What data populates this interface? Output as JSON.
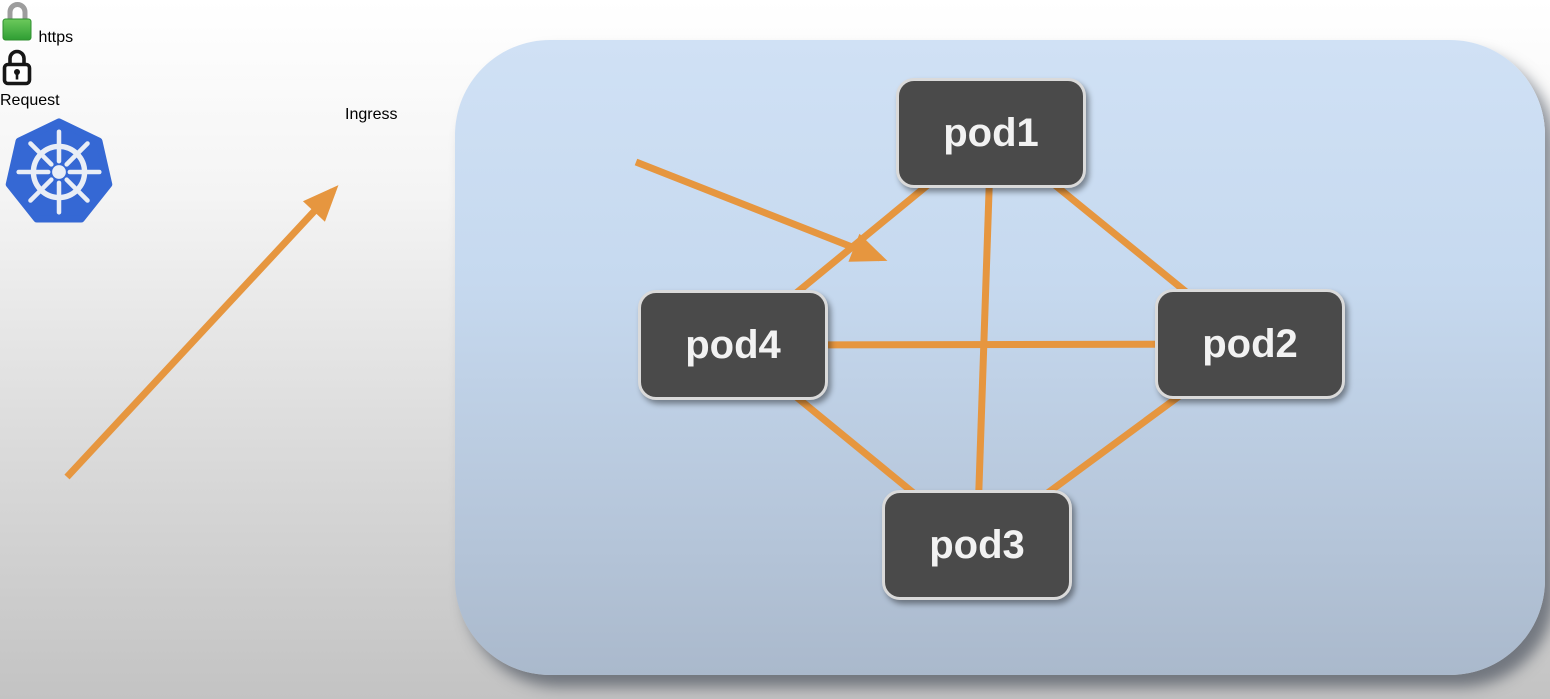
{
  "diagram": {
    "request": {
      "label": "Request"
    },
    "https_badge": {
      "label": "https",
      "icon": "green-padlock-icon"
    },
    "ingress": {
      "label": "Ingress",
      "icon": "tls-lock-icon"
    },
    "cluster": {
      "name": "kubernetes-cluster",
      "logo": "kubernetes-logo",
      "pods": [
        {
          "id": "pod1",
          "label": "pod1"
        },
        {
          "id": "pod2",
          "label": "pod2"
        },
        {
          "id": "pod3",
          "label": "pod3"
        },
        {
          "id": "pod4",
          "label": "pod4"
        }
      ],
      "connections": [
        [
          "pod1",
          "pod2"
        ],
        [
          "pod2",
          "pod3"
        ],
        [
          "pod3",
          "pod4"
        ],
        [
          "pod4",
          "pod1"
        ],
        [
          "pod1",
          "pod3"
        ],
        [
          "pod2",
          "pod4"
        ]
      ]
    },
    "arrows": [
      {
        "from": "request",
        "to": "ingress-lock"
      },
      {
        "from": "ingress",
        "to": "pod-mesh"
      }
    ],
    "colors": {
      "arrow_orange": "#E6963F",
      "ingress_purple": "#AC9FD3",
      "pod_gray": "#4A4A4A",
      "https_green": "#44AB44",
      "https_border_green": "#3C9C3C",
      "kubernetes_blue": "#3568D4",
      "cluster_blue": "#C6D9EF"
    }
  }
}
